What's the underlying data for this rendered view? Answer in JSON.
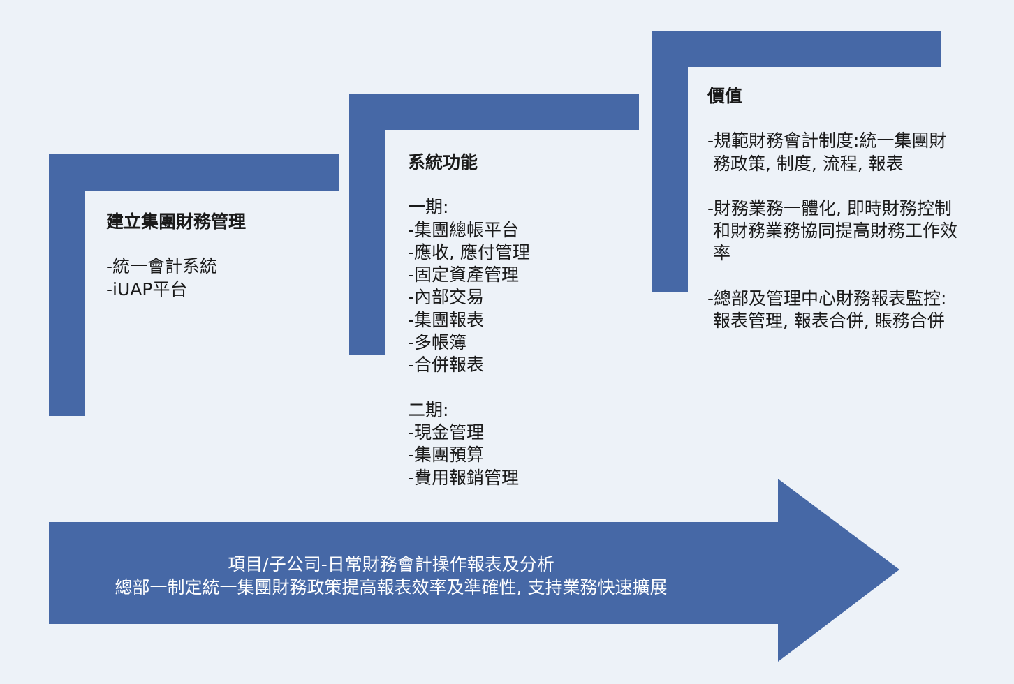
{
  "stages": [
    {
      "title": "建立集團財務管理",
      "items": [
        "-統一會計系統",
        "-iUAP平台"
      ]
    },
    {
      "title": "系統功能",
      "phase1_label": "一期:",
      "phase1_items": [
        "-集團總帳平台",
        "-應收, 應付管理",
        "-固定資產管理",
        "-內部交易",
        "-集團報表",
        "-多帳簿",
        "-合併報表"
      ],
      "phase2_label": "二期:",
      "phase2_items": [
        "-現金管理",
        "-集團預算",
        "-費用報銷管理"
      ]
    },
    {
      "title": "價值",
      "points": [
        {
          "first": "-規範財務會計制度:統一集團財",
          "rest": "務政策, 制度, 流程, 報表"
        },
        {
          "first": "-財務業務一體化, 即時財務控制",
          "rest": "和財務業務協同提高財務工作效率"
        },
        {
          "first": "-總部及管理中心財務報表監控:",
          "rest": "報表管理, 報表合併, 賬務合併"
        }
      ]
    }
  ],
  "arrow": {
    "line1": "項目/子公司-日常財務會計操作報表及分析",
    "line2": "總部一制定統一集團財務政策提高報表效率及準確性, 支持業務快速擴展"
  },
  "colors": {
    "background": "#edf2f8",
    "accent": "#4668a6",
    "text": "#1a1a1a",
    "arrow_text": "#ffffff"
  }
}
